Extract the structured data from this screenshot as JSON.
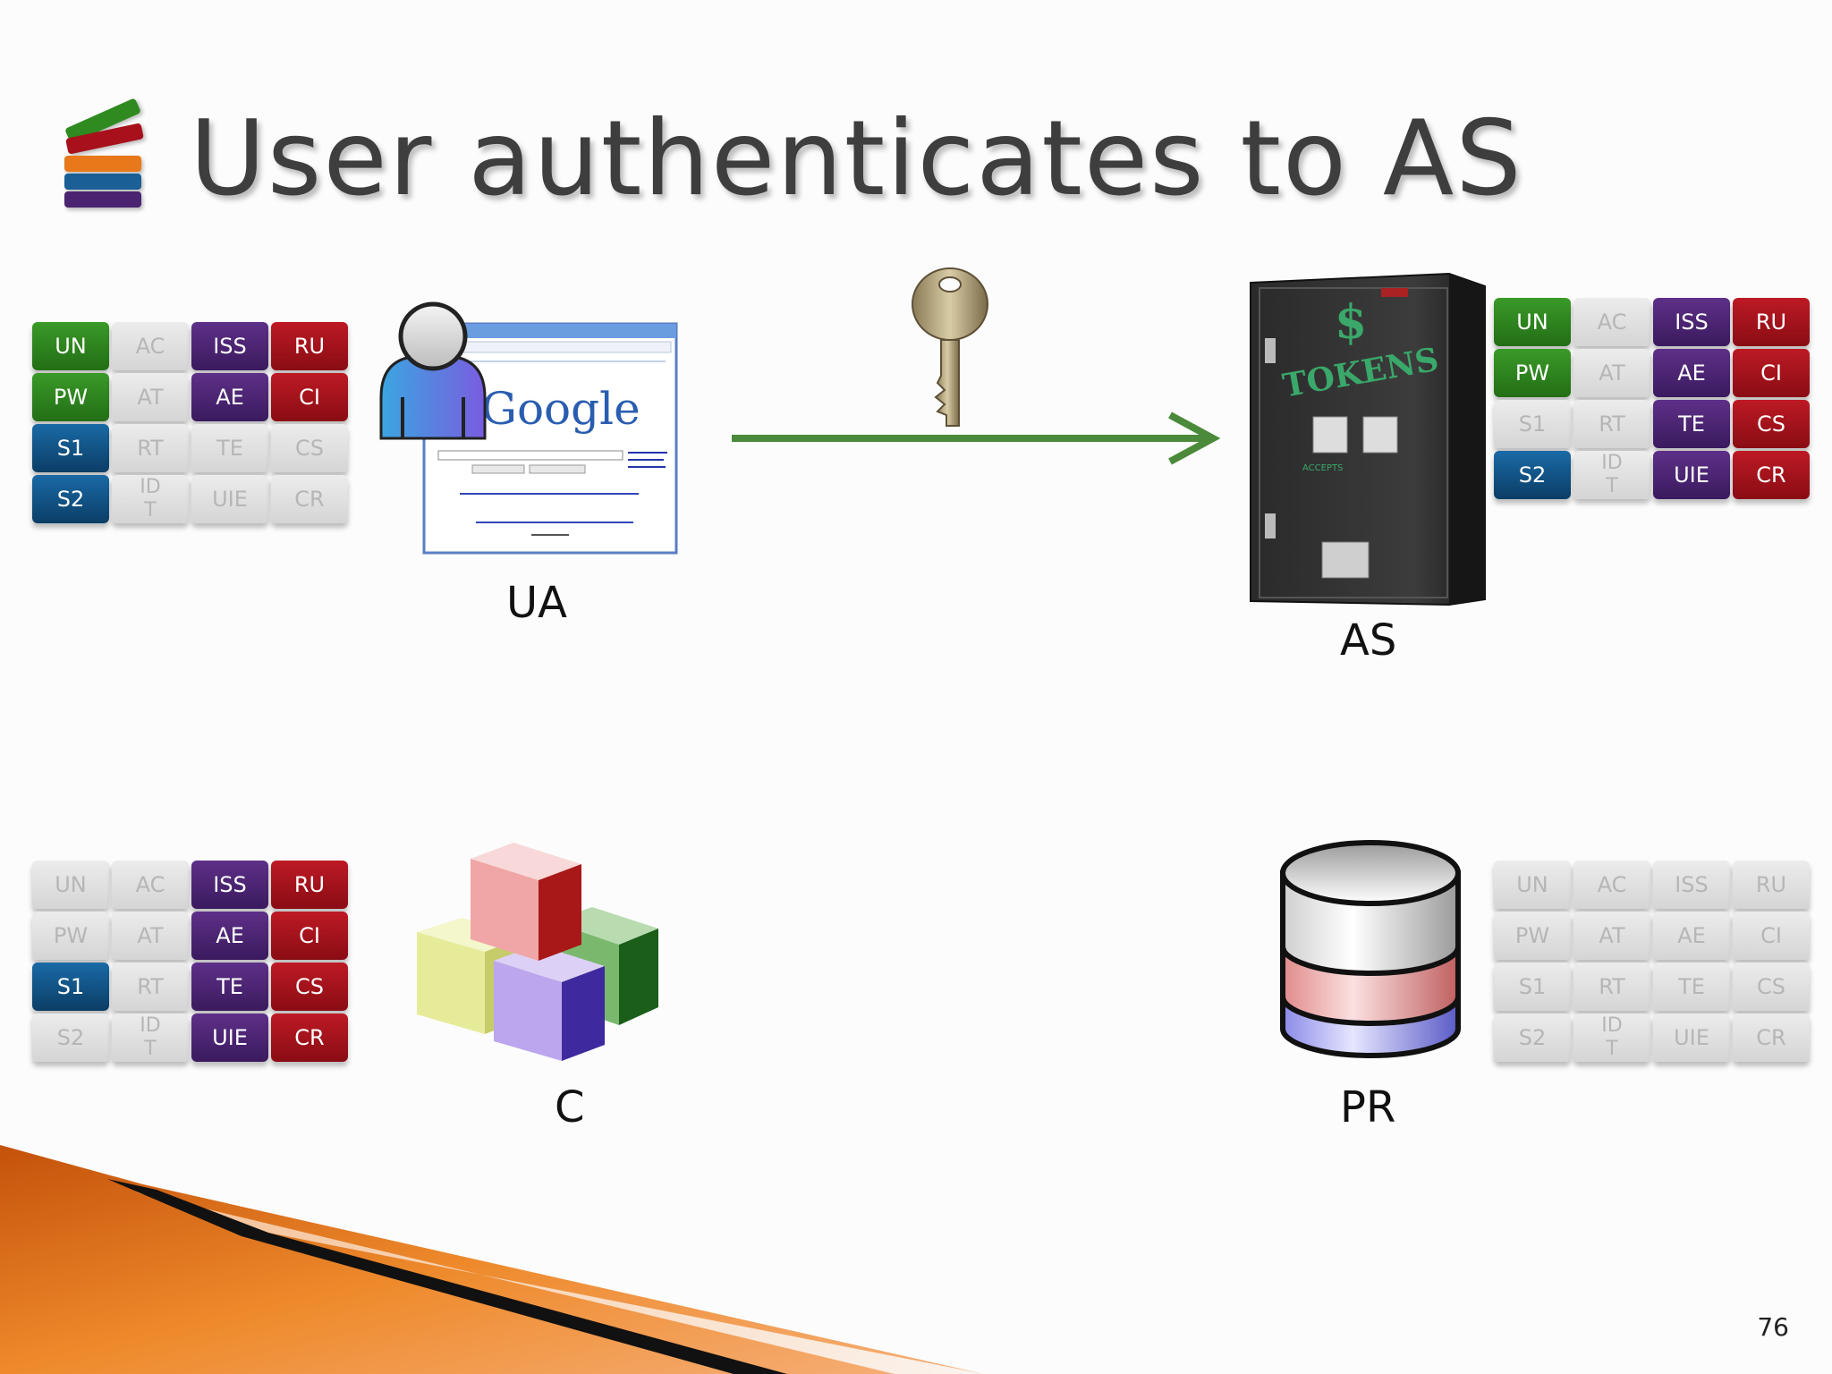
{
  "slide": {
    "title": "User authenticates to AS",
    "page_number": "76"
  },
  "nodes": {
    "ua": {
      "label": "UA",
      "icon": "user-browser-icon",
      "browser_logo": "Google"
    },
    "as": {
      "label": "AS",
      "icon": "token-machine-icon",
      "machine_text": "TOKENS",
      "machine_symbol": "$",
      "machine_accepts": "ACCEPTS"
    },
    "c": {
      "label": "C",
      "icon": "blocks-icon"
    },
    "pr": {
      "label": "PR",
      "icon": "database-icon"
    }
  },
  "flow": {
    "from": "UA",
    "to": "AS",
    "carries": "key-icon"
  },
  "colors": {
    "green": "#2f7a1f",
    "blue": "#0f4c7a",
    "purple": "#4a2470",
    "red": "#9c1018",
    "off": "#dcdcdc",
    "arrow": "#4a8a3a",
    "accent_orange": "#e8781a"
  },
  "grids": [
    {
      "id": "grid-ua",
      "cells": [
        {
          "t": "UN",
          "c": "green"
        },
        {
          "t": "AC",
          "c": "off"
        },
        {
          "t": "ISS",
          "c": "purple"
        },
        {
          "t": "RU",
          "c": "red"
        },
        {
          "t": "PW",
          "c": "green"
        },
        {
          "t": "AT",
          "c": "off"
        },
        {
          "t": "AE",
          "c": "purple"
        },
        {
          "t": "CI",
          "c": "red"
        },
        {
          "t": "S1",
          "c": "blue"
        },
        {
          "t": "RT",
          "c": "off"
        },
        {
          "t": "TE",
          "c": "off"
        },
        {
          "t": "CS",
          "c": "off"
        },
        {
          "t": "S2",
          "c": "blue"
        },
        {
          "t": "IDT",
          "c": "off"
        },
        {
          "t": "UIE",
          "c": "off"
        },
        {
          "t": "CR",
          "c": "off"
        }
      ]
    },
    {
      "id": "grid-as",
      "cells": [
        {
          "t": "UN",
          "c": "green"
        },
        {
          "t": "AC",
          "c": "off"
        },
        {
          "t": "ISS",
          "c": "purple"
        },
        {
          "t": "RU",
          "c": "red"
        },
        {
          "t": "PW",
          "c": "green"
        },
        {
          "t": "AT",
          "c": "off"
        },
        {
          "t": "AE",
          "c": "purple"
        },
        {
          "t": "CI",
          "c": "red"
        },
        {
          "t": "S1",
          "c": "off"
        },
        {
          "t": "RT",
          "c": "off"
        },
        {
          "t": "TE",
          "c": "purple"
        },
        {
          "t": "CS",
          "c": "red"
        },
        {
          "t": "S2",
          "c": "blue"
        },
        {
          "t": "IDT",
          "c": "off"
        },
        {
          "t": "UIE",
          "c": "purple"
        },
        {
          "t": "CR",
          "c": "red"
        }
      ]
    },
    {
      "id": "grid-c",
      "cells": [
        {
          "t": "UN",
          "c": "off"
        },
        {
          "t": "AC",
          "c": "off"
        },
        {
          "t": "ISS",
          "c": "purple"
        },
        {
          "t": "RU",
          "c": "red"
        },
        {
          "t": "PW",
          "c": "off"
        },
        {
          "t": "AT",
          "c": "off"
        },
        {
          "t": "AE",
          "c": "purple"
        },
        {
          "t": "CI",
          "c": "red"
        },
        {
          "t": "S1",
          "c": "blue"
        },
        {
          "t": "RT",
          "c": "off"
        },
        {
          "t": "TE",
          "c": "purple"
        },
        {
          "t": "CS",
          "c": "red"
        },
        {
          "t": "S2",
          "c": "off"
        },
        {
          "t": "IDT",
          "c": "off"
        },
        {
          "t": "UIE",
          "c": "purple"
        },
        {
          "t": "CR",
          "c": "red"
        }
      ]
    },
    {
      "id": "grid-pr",
      "cells": [
        {
          "t": "UN",
          "c": "off"
        },
        {
          "t": "AC",
          "c": "off"
        },
        {
          "t": "ISS",
          "c": "off"
        },
        {
          "t": "RU",
          "c": "off"
        },
        {
          "t": "PW",
          "c": "off"
        },
        {
          "t": "AT",
          "c": "off"
        },
        {
          "t": "AE",
          "c": "off"
        },
        {
          "t": "CI",
          "c": "off"
        },
        {
          "t": "S1",
          "c": "off"
        },
        {
          "t": "RT",
          "c": "off"
        },
        {
          "t": "TE",
          "c": "off"
        },
        {
          "t": "CS",
          "c": "off"
        },
        {
          "t": "S2",
          "c": "off"
        },
        {
          "t": "IDT",
          "c": "off"
        },
        {
          "t": "UIE",
          "c": "off"
        },
        {
          "t": "CR",
          "c": "off"
        }
      ]
    }
  ]
}
